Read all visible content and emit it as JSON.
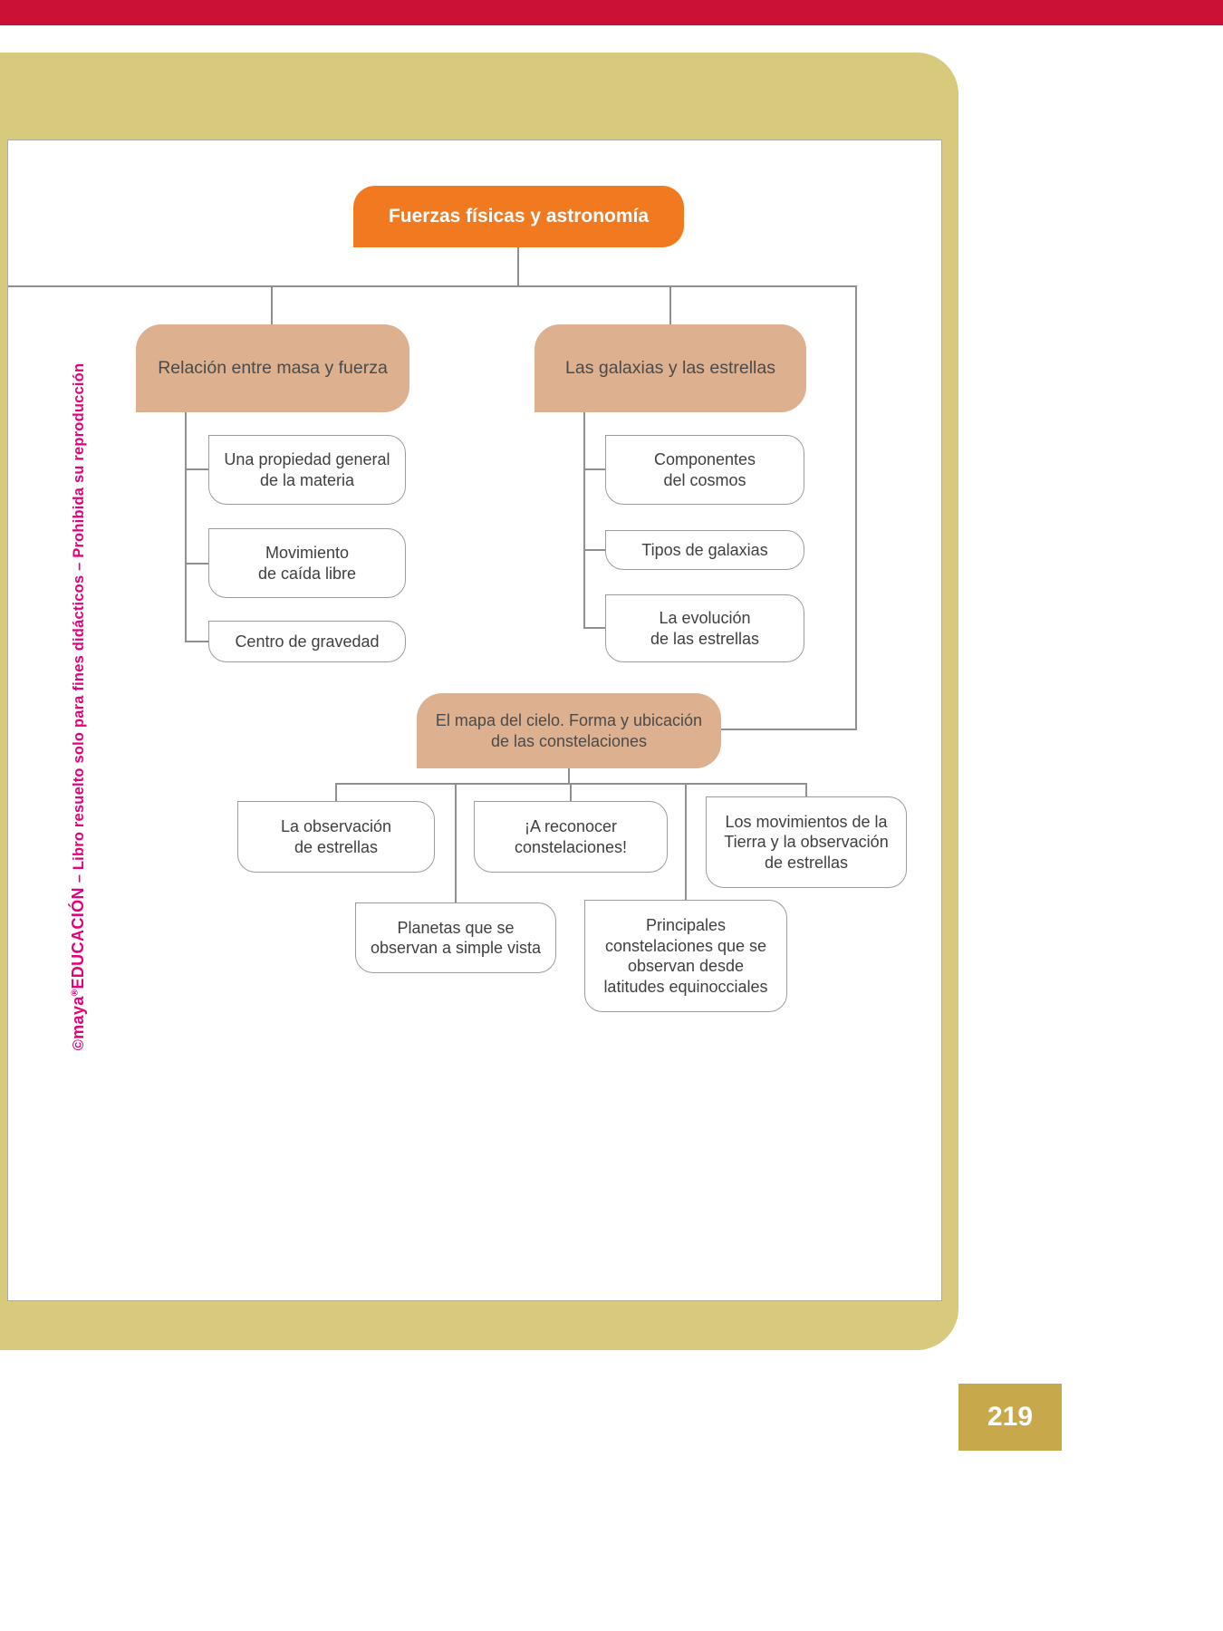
{
  "page_number": "219",
  "watermark": {
    "copyright": "©",
    "brand": "maya",
    "registered": "®",
    "brand_suffix": "EDUCACIÓN",
    "rest": " – Libro resuelto solo para fines didácticos – Prohibida su reproducción"
  },
  "colors": {
    "top_bar": "#cb1236",
    "frame": "#d8ca7c",
    "root_node": "#f1791f",
    "branch_node": "#ddb190",
    "leaf_border": "#9b9b9b",
    "connector": "#8f8f8f",
    "watermark_text": "#e5007d",
    "page_number_box": "#c7a94b"
  },
  "diagram": {
    "root": "Fuerzas físicas y astronomía",
    "branches": [
      {
        "label": "Relación entre masa y fuerza",
        "children": [
          "Una propiedad general\nde la materia",
          "Movimiento\nde caída libre",
          "Centro de gravedad"
        ]
      },
      {
        "label": "Las galaxias y las estrellas",
        "children": [
          "Componentes\ndel cosmos",
          "Tipos de galaxias",
          "La evolución\nde las estrellas"
        ]
      },
      {
        "label": "El mapa del cielo. Forma y ubicación\nde las constelaciones",
        "children": [
          "La observación\nde estrellas",
          "¡A reconocer\nconstelaciones!",
          "Los movimientos de la\nTierra y la observación\nde estrellas",
          "Planetas que se\nobservan a simple vista",
          "Principales\nconstelaciones que se\nobservan desde\nlatitudes equinocciales"
        ]
      }
    ]
  }
}
